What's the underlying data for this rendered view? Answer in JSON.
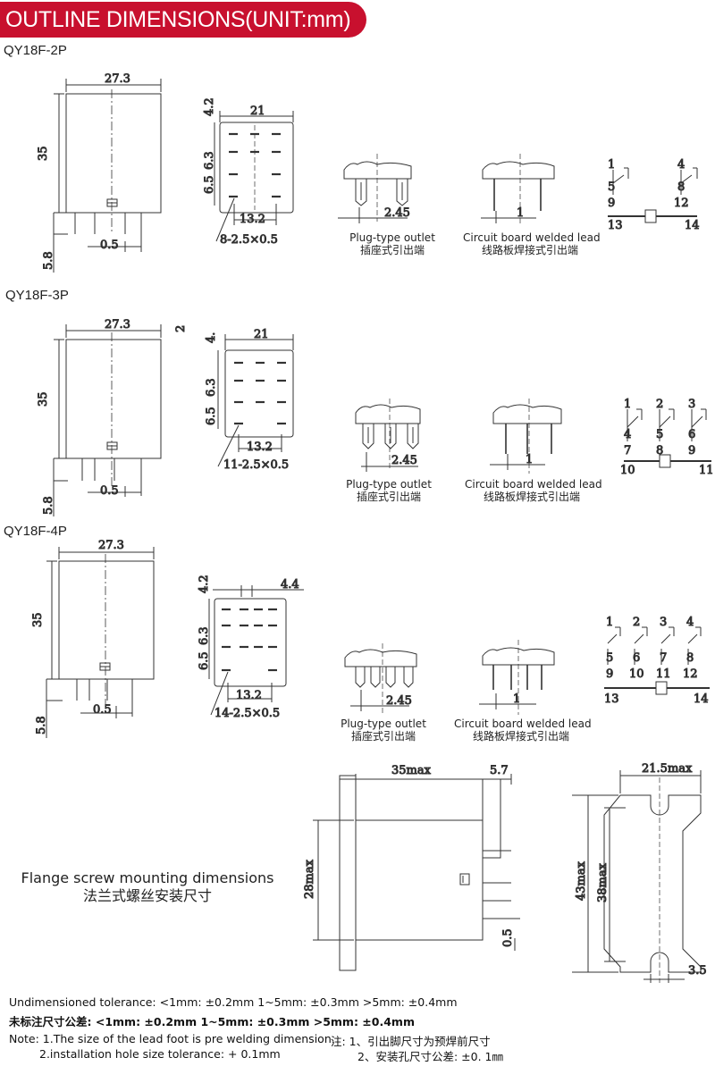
{
  "header": {
    "title": "OUTLINE DIMENSIONS(UNIT:mm)"
  },
  "models": [
    {
      "name": "QY18F-2P",
      "width": "27.3",
      "height": "35",
      "pin_len": "5.8",
      "pin_w": "0.5",
      "top_dim": "21",
      "d1": "4.2",
      "d2": "6.3",
      "d3": "6.5",
      "pitch": "13.2",
      "holes": "8-2.5×0.5",
      "plug_dim": "2.45",
      "pcb_dim": "1",
      "coil_terms": [
        "13",
        "14"
      ],
      "contacts": [
        [
          "1",
          "5",
          "9"
        ],
        [
          "4",
          "8",
          "12"
        ]
      ]
    },
    {
      "name": "QY18F-3P",
      "width": "27.3",
      "height": "35",
      "pin_len": "5.8",
      "pin_w": "0.5",
      "top_dim": "21",
      "d1": "4.",
      "d1b": "2",
      "d2": "6.3",
      "d3": "6.5",
      "pitch": "13.2",
      "holes": "11-2.5×0.5",
      "plug_dim": "2.45",
      "pcb_dim": "1",
      "coil_terms": [
        "10",
        "11"
      ],
      "coil_mid": "8",
      "coil_mid2": "9",
      "contacts": [
        [
          "1",
          "4",
          "7"
        ],
        [
          "2",
          "5",
          ""
        ],
        [
          "3",
          "6",
          ""
        ]
      ]
    },
    {
      "name": "QY18F-4P",
      "width": "27.3",
      "height": "35",
      "pin_len": "5.8",
      "pin_w": "0.5",
      "top_dim": "4.4",
      "d1": "4.2",
      "d2": "6.3",
      "d3": "6.5",
      "pitch": "13.2",
      "holes": "14-2.5×0.5",
      "plug_dim": "2.45",
      "pcb_dim": "1",
      "coil_terms": [
        "13",
        "14"
      ],
      "contacts": [
        [
          "1",
          "5",
          "9"
        ],
        [
          "2",
          "6",
          "10"
        ],
        [
          "3",
          "7",
          "11"
        ],
        [
          "4",
          "8",
          "12"
        ]
      ]
    }
  ],
  "captions": {
    "plug_en": "Plug-type outlet",
    "plug_cn": "插座式引出端",
    "pcb_en": "Circuit board welded lead",
    "pcb_cn": "线路板焊接式引出端"
  },
  "flange": {
    "title_en": "Flange screw mounting dimensions",
    "title_cn": "法兰式螺丝安装尺寸",
    "len": "35max",
    "tab": "5.7",
    "height": "28max",
    "pin": "0.5",
    "width": "21.5max",
    "outer_h": "43max",
    "inner_h": "38max",
    "slot": "3.5"
  },
  "notes": {
    "tol_en": "Undimensioned tolerance: <1mm: ±0.2mm 1~5mm: ±0.3mm >5mm: ±0.4mm",
    "tol_cn": "未标注尺寸公差: <1mm: ±0.2mm 1~5mm: ±0.3mm >5mm: ±0.4mm",
    "note1_en": "Note: 1.The size of the lead foot is pre welding dimension.",
    "note1_cn": "注: 1、引出脚尺寸为预焊前尺寸",
    "note2_en": "2.installation hole size tolerance: + 0.1mm",
    "note2_cn": "2、安装孔尺寸公差: ±0. 1㎜"
  }
}
